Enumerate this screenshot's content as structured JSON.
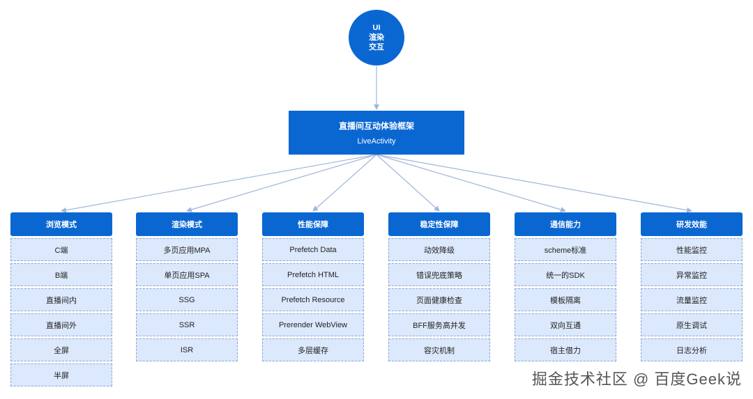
{
  "root": {
    "line1": "UI",
    "line2": "渲染",
    "line3": "交互"
  },
  "framework": {
    "title": "直播间互动体验框架",
    "subtitle": "LiveActivity"
  },
  "categories": [
    {
      "title": "浏览模式",
      "items": [
        "C端",
        "B端",
        "直播间内",
        "直播间外",
        "全屏",
        "半屏"
      ]
    },
    {
      "title": "渲染模式",
      "items": [
        "多页应用MPA",
        "单页应用SPA",
        "SSG",
        "SSR",
        "ISR"
      ]
    },
    {
      "title": "性能保障",
      "items": [
        "Prefetch Data",
        "Prefetch HTML",
        "Prefetch Resource",
        "Prerender WebView",
        "多层缓存"
      ]
    },
    {
      "title": "稳定性保障",
      "items": [
        "动效降级",
        "错误兜底策略",
        "页面健康检查",
        "BFF服务高并发",
        "容灾机制"
      ]
    },
    {
      "title": "通信能力",
      "items": [
        "scheme标准",
        "统一的SDK",
        "模板隔离",
        "双向互通",
        "宿主借力"
      ]
    },
    {
      "title": "研发效能",
      "items": [
        "性能监控",
        "异常监控",
        "流量监控",
        "原生调试",
        "日志分析"
      ]
    }
  ],
  "watermark": "掘金技术社区 @ 百度Geek说",
  "colors": {
    "primary": "#0a67d2",
    "item_bg": "#dce8fb",
    "item_border": "#8aa8d6",
    "connector": "#9fb6d8"
  }
}
